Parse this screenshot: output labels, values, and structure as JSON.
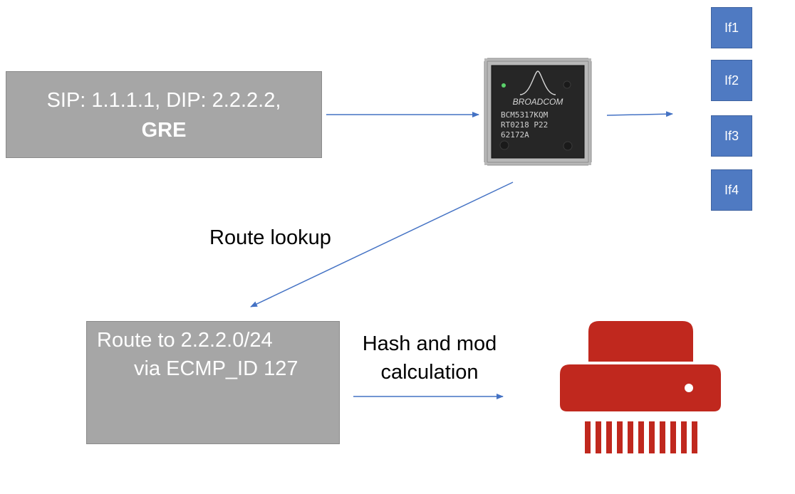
{
  "packet": {
    "line1": "SIP: 1.1.1.1, DIP: 2.2.2.2,",
    "line2": "GRE"
  },
  "chip": {
    "brand": "BROADCOM",
    "line1": "BCM5317KQM",
    "line2": "RT0218 P22",
    "line3": "62172A"
  },
  "interfaces": [
    "If1",
    "If2",
    "If3",
    "If4"
  ],
  "route_lookup_label": "Route lookup",
  "route": {
    "line1": "Route to 2.2.2.0/24",
    "line2": "via ECMP_ID 127"
  },
  "hash_label": {
    "line1": "Hash and mod",
    "line2": "calculation"
  },
  "colors": {
    "box_gray": "#a6a6a6",
    "iface_blue": "#4f7ac2",
    "arrow_blue": "#4472c4",
    "shredder_red": "#c0281e"
  },
  "icons": {
    "chip": "chip-icon",
    "shredder": "shredder-icon"
  }
}
